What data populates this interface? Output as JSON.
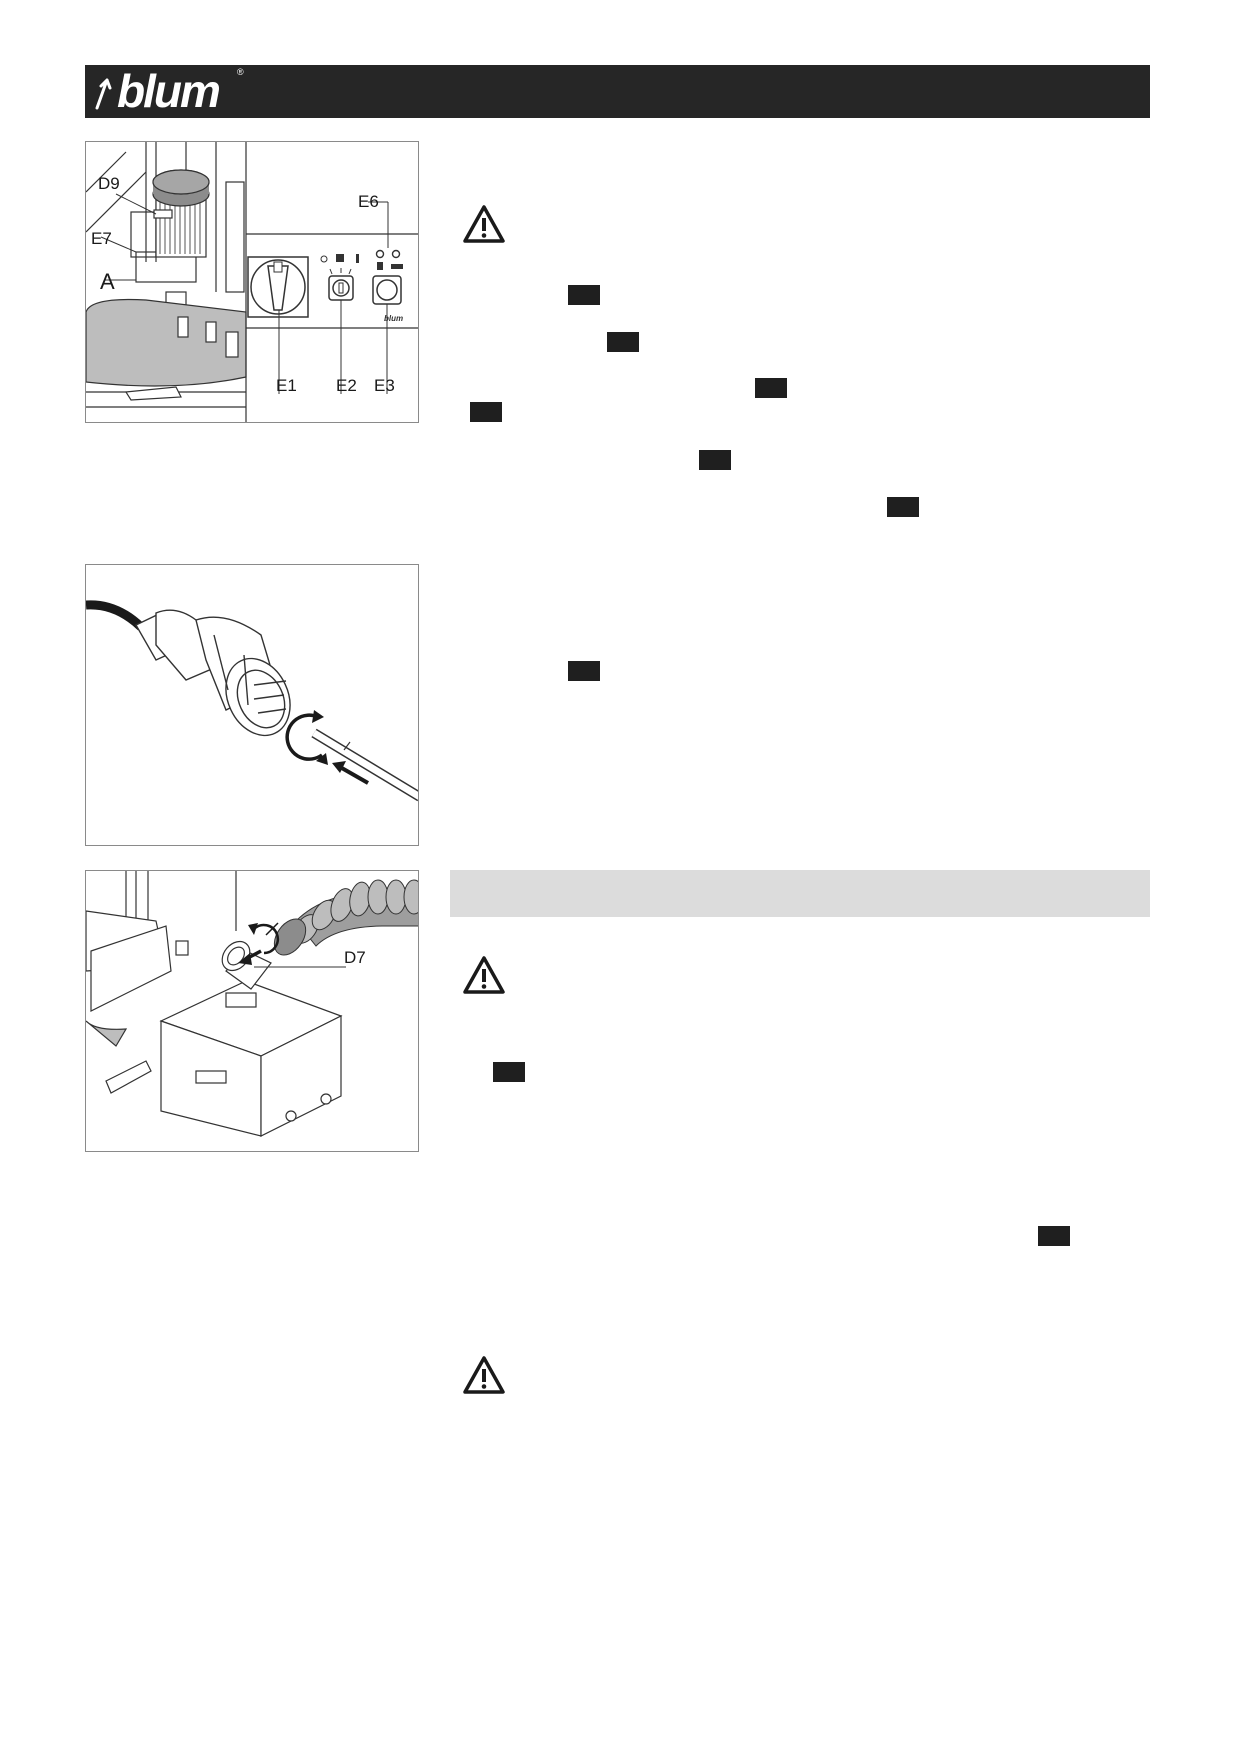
{
  "header": {
    "brand": "blum",
    "registered_mark": "®"
  },
  "figure1": {
    "labels": {
      "d9": "D9",
      "e7": "E7",
      "a": "A",
      "e6": "E6",
      "e1": "E1",
      "e2": "E2",
      "e3": "E3"
    },
    "panel_brand": "blum",
    "icon": "control-panel-illustration"
  },
  "figure2": {
    "icon": "power-plug-screwdriver-illustration"
  },
  "figure3": {
    "labels": {
      "d7": "D7"
    },
    "icon": "extraction-hose-illustration"
  },
  "warnings": [
    {
      "icon": "warning-triangle-icon"
    },
    {
      "icon": "warning-triangle-icon"
    },
    {
      "icon": "warning-triangle-icon"
    }
  ],
  "colors": {
    "header_bar": "#262626",
    "section_band": "#dcdcdc",
    "marker": "#1f1f1f"
  }
}
